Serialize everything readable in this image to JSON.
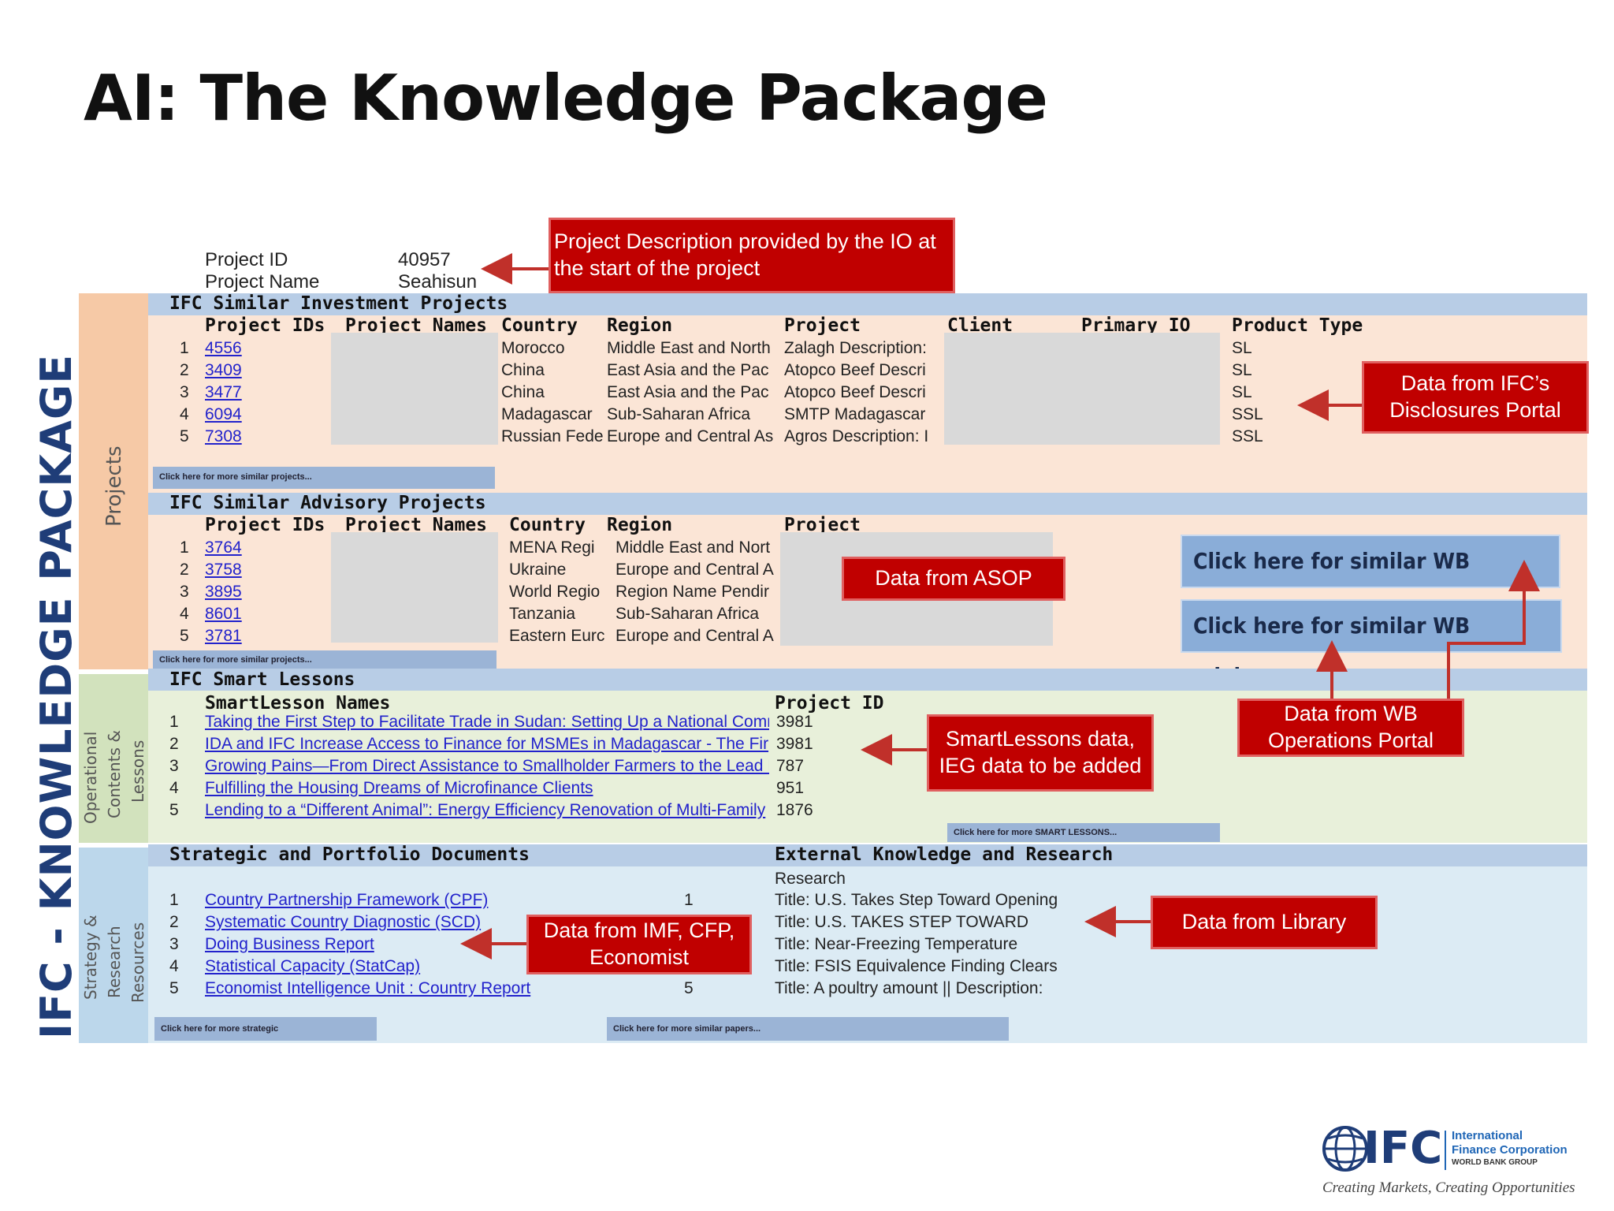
{
  "slide": {
    "title": "AI: The Knowledge Package"
  },
  "vertical": {
    "main": "IFC - KNOWLEDGE PACKAGE",
    "projects": "Projects",
    "lessons": [
      "Operational",
      "Contents &",
      "Lessons"
    ],
    "strategy": [
      "Strategy &",
      "Research",
      "Resources"
    ]
  },
  "project_info": {
    "id_label": "Project ID",
    "id_value": "40957",
    "name_label": "Project Name",
    "name_value": "Seahisun"
  },
  "investment": {
    "title": "IFC Similar Investment Projects",
    "headers": [
      "Project IDs",
      "Project Names",
      "Country",
      "Region",
      "Project",
      "Client",
      "Primary IO",
      "Product Type"
    ],
    "rows": [
      {
        "n": "1",
        "id": "4556",
        "country": "Morocco",
        "region": "Middle East and North",
        "project": "Zalagh Description:",
        "type": "SL"
      },
      {
        "n": "2",
        "id": "3409",
        "country": "China",
        "region": "East Asia and the Pac",
        "project": "Atopco Beef Descri",
        "type": "SL"
      },
      {
        "n": "3",
        "id": "3477",
        "country": "China",
        "region": "East Asia and the Pac",
        "project": "Atopco Beef Descri",
        "type": "SL"
      },
      {
        "n": "4",
        "id": "6094",
        "country": "Madagascar",
        "region": "Sub-Saharan Africa",
        "project": "SMTP Madagascar",
        "type": "SSL"
      },
      {
        "n": "5",
        "id": "7308",
        "country": "Russian Fede",
        "region": "Europe and Central As",
        "project": "Agros Description: I",
        "type": "SSL"
      }
    ],
    "more": "Click here for more similar projects..."
  },
  "advisory": {
    "title": "IFC Similar Advisory Projects",
    "headers": [
      "Project IDs",
      "Project Names",
      "Country",
      "Region",
      "Project"
    ],
    "rows": [
      {
        "n": "1",
        "id": "3764",
        "country": "MENA Regi",
        "region": "Middle East and Nort"
      },
      {
        "n": "2",
        "id": "3758",
        "country": "Ukraine",
        "region": "Europe and Central A"
      },
      {
        "n": "3",
        "id": "3895",
        "country": "World Regio",
        "region": "Region Name Pendir"
      },
      {
        "n": "4",
        "id": "8601",
        "country": "Tanzania",
        "region": "Sub-Saharan Africa"
      },
      {
        "n": "5",
        "id": "3781",
        "country": "Eastern Eurc",
        "region": "Europe and Central A"
      }
    ],
    "more": "Click here for more similar projects...",
    "wb_lending": "Click here for similar WB lending",
    "wb_advisory": "Click here for similar WB advisory"
  },
  "lessons": {
    "title": "IFC Smart Lessons",
    "headers": [
      "SmartLesson Names",
      "Project ID"
    ],
    "rows": [
      {
        "n": "1",
        "name": "Taking the First Step to Facilitate Trade in Sudan: Setting Up a National Comm",
        "pid": "3981"
      },
      {
        "n": "2",
        "name": "IDA and IFC Increase Access to Finance for MSMEs in Madagascar - The Fir",
        "pid": "3981"
      },
      {
        "n": "3",
        "name": "Growing Pains—From Direct Assistance to Smallholder Farmers to the Lead F",
        "pid": "787"
      },
      {
        "n": "4",
        "name": "Fulfilling the Housing Dreams of Microfinance Clients",
        "pid": "951"
      },
      {
        "n": "5",
        "name": "Lending to a “Different Animal”: Energy Efficiency Renovation of Multi-Family",
        "pid": "1876"
      }
    ],
    "more": "Click here for more SMART LESSONS..."
  },
  "strategic": {
    "title": "Strategic and Portfolio Documents",
    "rows": [
      {
        "n": "1",
        "name": "Country Partnership Framework (CPF)",
        "v": "1"
      },
      {
        "n": "2",
        "name": "Systematic Country Diagnostic (SCD)",
        "v": ""
      },
      {
        "n": "3",
        "name": "Doing Business Report",
        "v": ""
      },
      {
        "n": "4",
        "name": "Statistical Capacity (StatCap)",
        "v": ""
      },
      {
        "n": "5",
        "name": "Economist Intelligence Unit : Country Report",
        "v": "5"
      }
    ],
    "more": "Click here for more strategic"
  },
  "external": {
    "title": "External Knowledge and Research",
    "subtitle": "Research",
    "rows": [
      "Title: U.S. Takes Step Toward Opening",
      "Title: U.S. TAKES STEP TOWARD",
      "Title: Near-Freezing Temperature",
      "Title: FSIS Equivalence Finding Clears",
      "Title: A poultry amount || Description:"
    ],
    "more": "Click here for more similar papers..."
  },
  "callouts": {
    "project_desc": "Project Description provided by the  IO at the start of the project",
    "disclosures": "Data from IFC’s Disclosures Portal",
    "asop": "Data from ASOP",
    "smartlessons": "SmartLessons data, IEG data to be added",
    "wb_ops": "Data from  WB Operations Portal",
    "imf": "Data from  IMF, CFP, Economist",
    "library": "Data from Library"
  },
  "logo": {
    "brand": "IFC",
    "line1": "International",
    "line2": "Finance Corporation",
    "line3": "WORLD BANK GROUP",
    "tagline": "Creating Markets, Creating Opportunities"
  },
  "colors": {
    "callout": "#c00000",
    "title_blue": "#1f3d78",
    "link": "#2222cc"
  }
}
